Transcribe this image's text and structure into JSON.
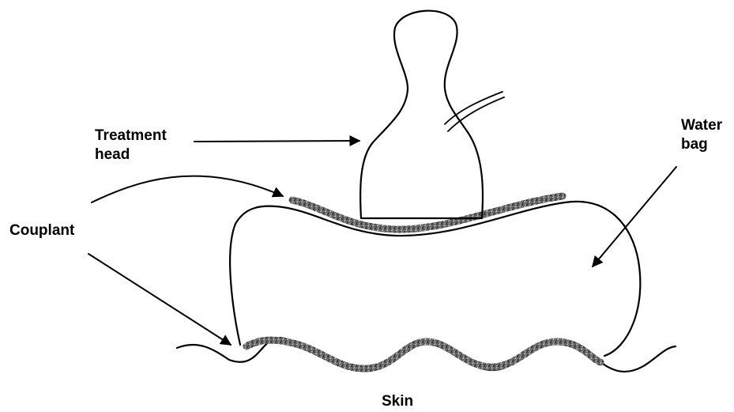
{
  "labels": {
    "treatment_head": [
      "Treatment",
      "head"
    ],
    "water_bag": [
      "Water",
      "bag"
    ],
    "couplant": "Couplant",
    "skin": "Skin"
  },
  "colors": {
    "ink": "#000000",
    "couplant_dark": "#333333",
    "couplant_light": "#9a9a9a",
    "background": "#ffffff"
  }
}
